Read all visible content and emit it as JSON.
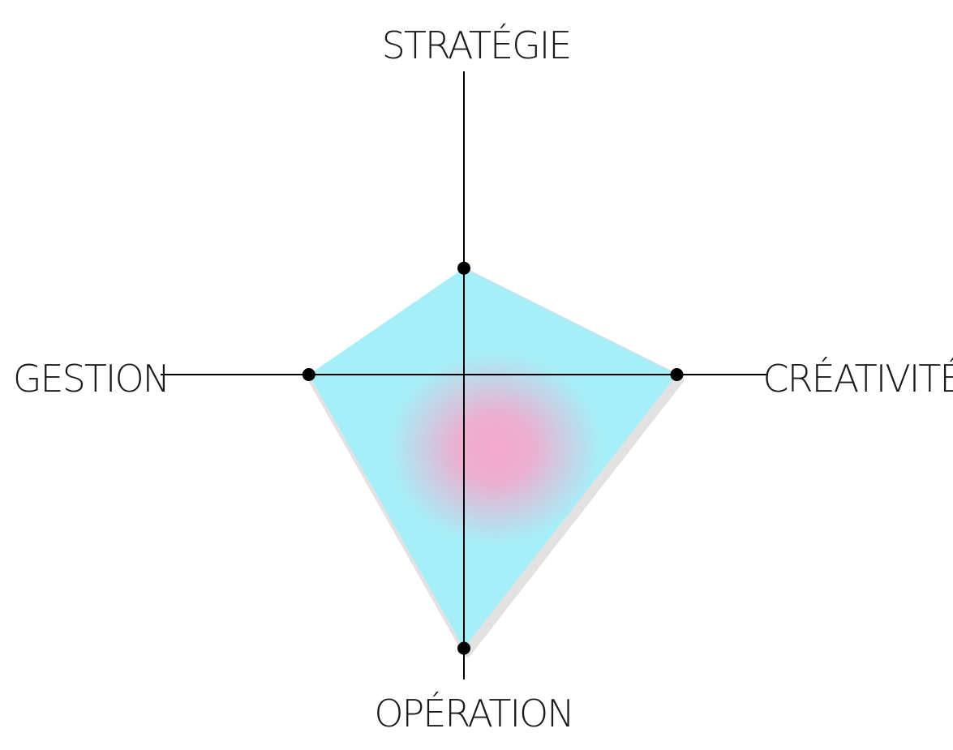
{
  "chart_data": {
    "type": "radar",
    "axes": [
      {
        "key": "strategie",
        "label": "STRATÉGIE",
        "value": 0.35
      },
      {
        "key": "creativite",
        "label": "CRÉATIVITÉ",
        "value": 0.7
      },
      {
        "key": "operation",
        "label": "OPÉRATION",
        "value": 0.9
      },
      {
        "key": "gestion",
        "label": "GESTION",
        "value": 0.51
      }
    ],
    "range": [
      0,
      1
    ],
    "grid": false,
    "legend": "none",
    "colors": {
      "fill": "#a6eff8",
      "outline": "#e2e2e2",
      "glow": "#f4a8cc",
      "axis": "#000000",
      "point": "#000000"
    }
  }
}
